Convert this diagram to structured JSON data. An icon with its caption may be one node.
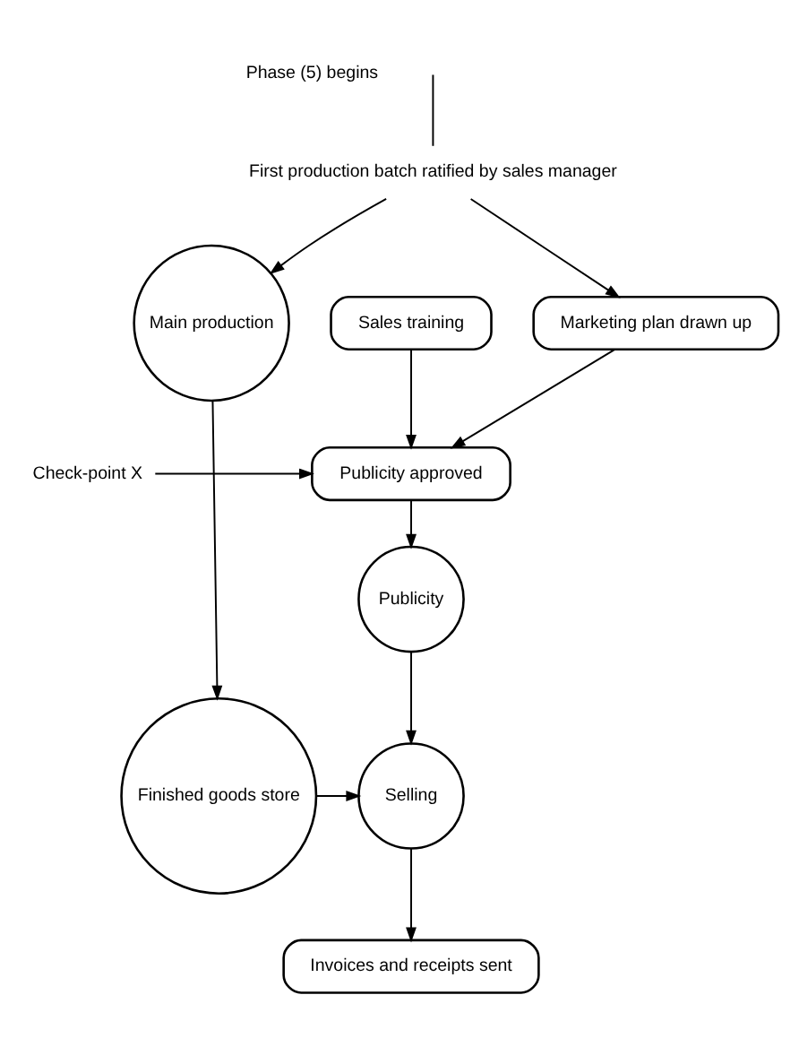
{
  "diagram": {
    "nodes": [
      {
        "text": [
          "First production batch ratified by sales manager"
        ]
      },
      {
        "text": [
          "Marketing plan drawn up"
        ]
      },
      {
        "text": [
          "Main production"
        ]
      },
      {
        "text": [
          "Sales training"
        ]
      },
      {
        "text": [
          "Publicity approved"
        ]
      },
      {
        "text": [
          "Check-point X"
        ]
      },
      {
        "text": [
          "Publicity"
        ]
      },
      {
        "text": [
          "Finished goods store"
        ]
      },
      {
        "text": [
          "Selling"
        ]
      },
      {
        "text": [
          "Invoices and receipts sent"
        ]
      }
    ],
    "edges": [
      {
        "from": null,
        "to": 0,
        "arrow": "none"
      },
      {
        "from": 0,
        "to": 2,
        "arrow": "to"
      },
      {
        "from": 0,
        "to": 1,
        "arrow": "to"
      },
      {
        "from": 1,
        "to": 4,
        "arrow": "to"
      },
      {
        "from": 3,
        "to": 4,
        "arrow": "to"
      },
      {
        "from": 5,
        "to": 4,
        "arrow": "to"
      },
      {
        "from": 4,
        "to": 6,
        "arrow": "to"
      },
      {
        "from": 6,
        "to": 8,
        "arrow": "to"
      },
      {
        "from": 2,
        "to": 7,
        "arrow": "to"
      },
      {
        "from": 7,
        "to": 8,
        "arrow": "to"
      },
      {
        "from": 8,
        "to": 9,
        "arrow": "to"
      }
    ],
    "labels": [
      "Phase (5) begins"
    ]
  }
}
